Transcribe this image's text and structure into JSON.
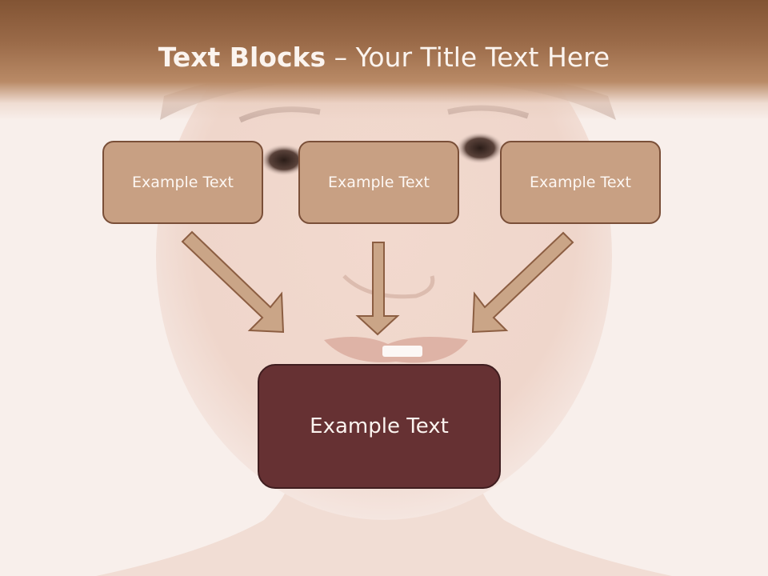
{
  "slide": {
    "title_bold": "Text Blocks",
    "title_separator": " – ",
    "title_rest": "Your Title Text Here"
  },
  "blocks": [
    {
      "label": "Example Text"
    },
    {
      "label": "Example Text"
    },
    {
      "label": "Example Text"
    }
  ],
  "target": {
    "label": "Example Text"
  },
  "colors": {
    "header": "#8b5a3a",
    "block_fill": "#c8a083",
    "block_border": "#7a4f38",
    "target_fill": "#663133",
    "arrow_fill": "#caa587"
  }
}
